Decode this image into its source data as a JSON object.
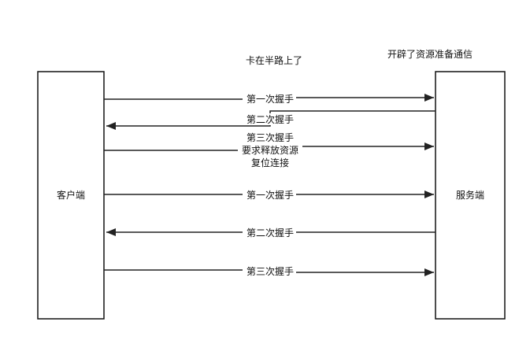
{
  "nodes": {
    "client": "客户端",
    "server": "服务端"
  },
  "annotations": {
    "stuck": "卡在半路上了",
    "server_alloc": "开辟了资源准备通信"
  },
  "messages": [
    {
      "label": "第一次握手",
      "direction": "client-to-server"
    },
    {
      "label": "第二次握手",
      "direction": "server-to-client"
    },
    {
      "label": "第三次握手",
      "direction": "client-to-server"
    },
    {
      "label": "要求释放资源",
      "direction": "client-to-server"
    },
    {
      "label": "复位连接",
      "direction": "client-to-server"
    },
    {
      "label": "第一次握手",
      "direction": "client-to-server"
    },
    {
      "label": "第二次握手",
      "direction": "server-to-client"
    },
    {
      "label": "第三次握手",
      "direction": "client-to-server"
    }
  ],
  "colors": {
    "stroke": "#222222",
    "background": "#ffffff"
  }
}
